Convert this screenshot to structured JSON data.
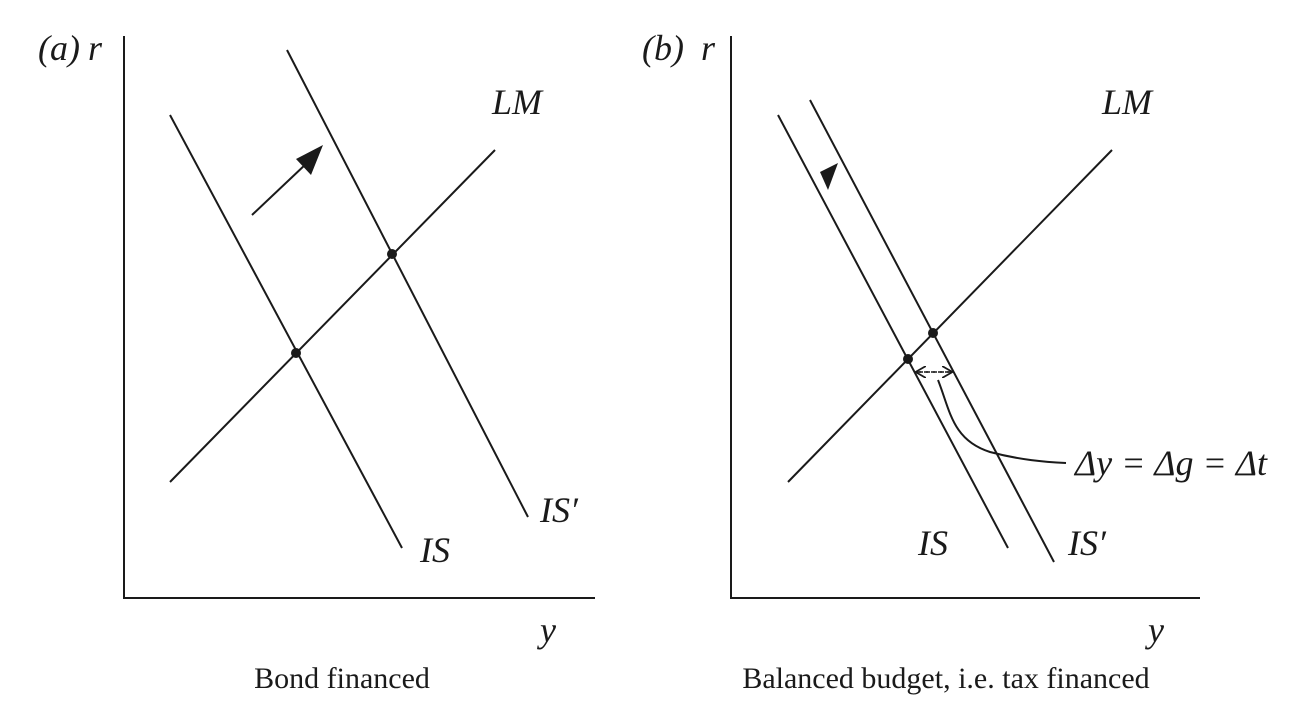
{
  "panels": [
    {
      "tag": "(a)",
      "y_axis_label": "r",
      "x_axis_label": "y",
      "lm_label": "LM",
      "is_label": "IS",
      "is_shift_label": "IS′",
      "caption": "Bond financed"
    },
    {
      "tag": "(b)",
      "y_axis_label": "r",
      "x_axis_label": "y",
      "lm_label": "LM",
      "is_label": "IS",
      "is_shift_label": "IS′",
      "caption": "Balanced budget, i.e. tax financed",
      "annotation": "Δy = Δg = Δt"
    }
  ]
}
